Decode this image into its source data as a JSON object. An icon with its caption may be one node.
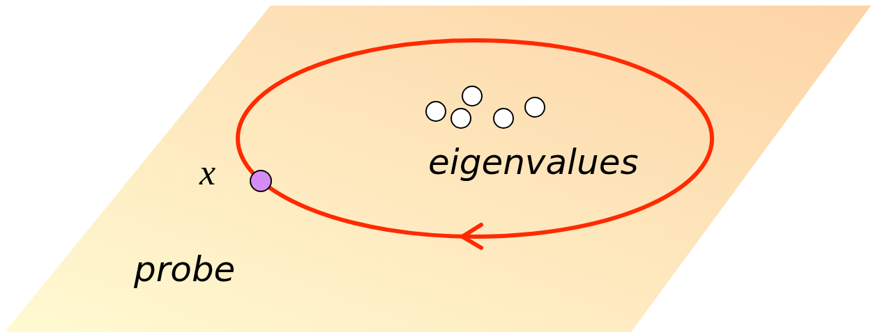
{
  "diagram": {
    "labels": [
      "eigenvalues",
      "x",
      "probe"
    ]
  }
}
